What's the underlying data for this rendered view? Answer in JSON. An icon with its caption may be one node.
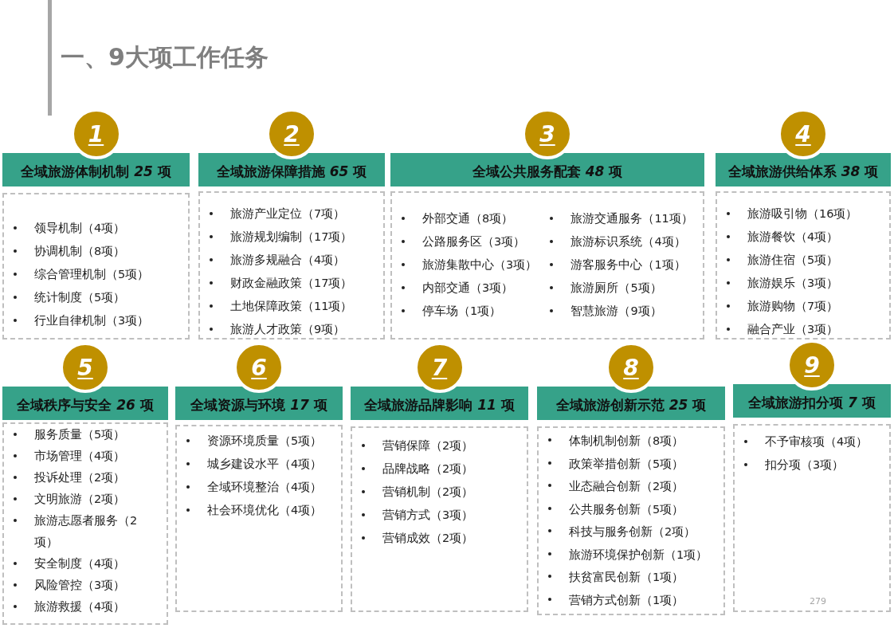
{
  "diagram": {
    "title": "一、9大项工作任务",
    "nodes": [
      {
        "text": [
          "1"
        ]
      },
      {
        "text": [
          "全域旅游体制机制 *25* 项"
        ]
      },
      {
        "text": [
          "领导机制（4项）",
          "协调机制（8项）",
          "综合管理机制（5项）",
          "统计制度（5项）",
          "行业自律机制（3项）"
        ]
      },
      {
        "text": [
          "2"
        ]
      },
      {
        "text": [
          "全域旅游保障措施 *65* 项"
        ]
      },
      {
        "text": [
          "旅游产业定位（7项）",
          "旅游规划编制（17项）",
          "旅游多规融合（4项）",
          "财政金融政策（17项）",
          "土地保障政策（11项）",
          "旅游人才政策（9项）"
        ]
      },
      {
        "text": [
          "3"
        ]
      },
      {
        "text": [
          "全域公共服务配套 *48* 项"
        ]
      },
      {
        "text": [
          "外部交通（8项）",
          "公路服务区（3项）",
          "旅游集散中心（3项）",
          "内部交通（3项）",
          "停车场（1项）",
          "旅游交通服务（11项）",
          "旅游标识系统（4项）",
          "游客服务中心（1项）",
          "旅游厕所（5项）",
          "智慧旅游（9项）"
        ]
      },
      {
        "text": [
          "4"
        ]
      },
      {
        "text": [
          "全域旅游供给体系 *38* 项"
        ]
      },
      {
        "text": [
          "旅游吸引物（16项）",
          "旅游餐饮（4项）",
          "旅游住宿（5项）",
          "旅游娱乐（3项）",
          "旅游购物（7项）",
          "融合产业（3项）"
        ]
      },
      {
        "text": [
          "5"
        ]
      },
      {
        "text": [
          "全域秩序与安全 *26* 项"
        ]
      },
      {
        "text": [
          "服务质量（5项）",
          "市场管理（4项）",
          "投诉处理（2项）",
          "文明旅游（2项）",
          "旅游志愿者服务（2项）",
          "安全制度（4项）",
          "风险管控（3项）",
          "旅游救援（4项）"
        ]
      },
      {
        "text": [
          "6"
        ]
      },
      {
        "text": [
          "全域资源与环境 *17* 项"
        ]
      },
      {
        "text": [
          "资源环境质量（5项）",
          "城乡建设水平（4项）",
          "全域环境整治（4项）",
          "社会环境优化（4项）"
        ]
      },
      {
        "text": [
          "7"
        ]
      },
      {
        "text": [
          "全域旅游品牌影响 *11* 项"
        ]
      },
      {
        "text": [
          "营销保障（2项）",
          "品牌战略（2项）",
          "营销机制（2项）",
          "营销方式（3项）",
          "营销成效（2项）"
        ]
      },
      {
        "text": [
          "8"
        ]
      },
      {
        "text": [
          "全域旅游创新示范 *25* 项"
        ]
      },
      {
        "text": [
          "体制机制创新（8项）",
          "政策举措创新（5项）",
          "业态融合创新（2项）",
          "公共服务创新（5项）",
          "科技与服务创新（2项）",
          "旅游环境保护创新（1项）",
          "扶贫富民创新（1项）",
          "营销方式创新（1项）"
        ]
      },
      {
        "text": [
          "9"
        ]
      },
      {
        "text": [
          "全域旅游扣分项 *7* 项"
        ]
      },
      {
        "text": [
          "不予审核项（4项）",
          "扣分项（3项）"
        ]
      }
    ],
    "labels": [
      "279"
    ]
  }
}
